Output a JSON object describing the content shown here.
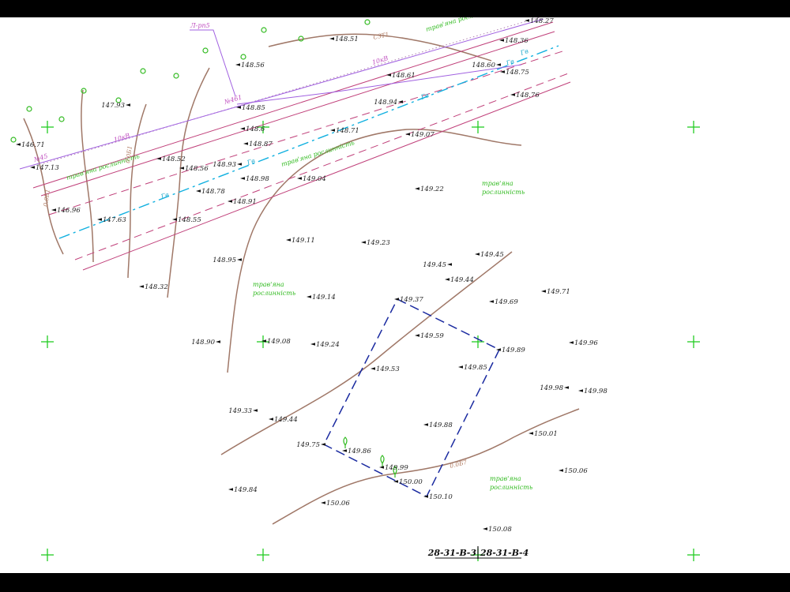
{
  "colors": {
    "background": "#ffffff",
    "frame": "#000000",
    "contour": "#a07868",
    "utility_magenta": "#c0407a",
    "utility_violet": "#a060e0",
    "utility_cyan": "#10b0e0",
    "boundary_dashed": "#1a2aa0",
    "grid_cross": "#22cc22",
    "tree_symbol": "#33bb22",
    "point_marker": "#111111"
  },
  "elevation_points": [
    {
      "label": "148.51"
    },
    {
      "label": "148.27"
    },
    {
      "label": "148.36"
    },
    {
      "label": "148.56"
    },
    {
      "label": "148.60"
    },
    {
      "label": "148.75"
    },
    {
      "label": "148.61"
    },
    {
      "label": "148.94"
    },
    {
      "label": "148.76"
    },
    {
      "label": "147.93"
    },
    {
      "label": "148.85"
    },
    {
      "label": "148.6"
    },
    {
      "label": "148.71"
    },
    {
      "label": "149.07"
    },
    {
      "label": "146.71"
    },
    {
      "label": "148.87"
    },
    {
      "label": "147.13"
    },
    {
      "label": "148.52"
    },
    {
      "label": "148.56"
    },
    {
      "label": "148.93"
    },
    {
      "label": "148.98"
    },
    {
      "label": "149.04"
    },
    {
      "label": "149.22"
    },
    {
      "label": "148.78"
    },
    {
      "label": "148.91"
    },
    {
      "label": "146.96"
    },
    {
      "label": "147.63"
    },
    {
      "label": "148.55"
    },
    {
      "label": "149.11"
    },
    {
      "label": "149.23"
    },
    {
      "label": "148.95"
    },
    {
      "label": "149.45"
    },
    {
      "label": "149.45"
    },
    {
      "label": "149.44"
    },
    {
      "label": "148.32"
    },
    {
      "label": "149.14"
    },
    {
      "label": "149.37"
    },
    {
      "label": "149.69"
    },
    {
      "label": "149.71"
    },
    {
      "label": "148.90"
    },
    {
      "label": "149.08"
    },
    {
      "label": "149.24"
    },
    {
      "label": "149.59"
    },
    {
      "label": "149.89"
    },
    {
      "label": "149.96"
    },
    {
      "label": "149.53"
    },
    {
      "label": "149.85"
    },
    {
      "label": "149.98"
    },
    {
      "label": "149.98"
    },
    {
      "label": "149.33"
    },
    {
      "label": "149.44"
    },
    {
      "label": "149.88"
    },
    {
      "label": "150.01"
    },
    {
      "label": "149.75"
    },
    {
      "label": "149.86"
    },
    {
      "label": "149.99"
    },
    {
      "label": "150.06"
    },
    {
      "label": "150.00"
    },
    {
      "label": "149.84"
    },
    {
      "label": "150.10"
    },
    {
      "label": "150.06"
    },
    {
      "label": "150.08"
    }
  ],
  "vegetation_labels": [
    {
      "text": "трав'яна рослинність"
    },
    {
      "text": "трав'яна рослинність"
    },
    {
      "text": "трав'яна рослинність"
    },
    {
      "text": "трав'яна"
    },
    {
      "text": "рослинність"
    },
    {
      "text": "трав'яна"
    },
    {
      "text": "рослинність"
    },
    {
      "text": "трав'яна"
    },
    {
      "text": "рослинність"
    }
  ],
  "utility_labels": [
    {
      "text": "Л-рп5"
    },
    {
      "text": "10кВ"
    },
    {
      "text": "№461"
    },
    {
      "text": "10кВ"
    },
    {
      "text": "№45"
    },
    {
      "text": "Гв"
    },
    {
      "text": "Гв"
    },
    {
      "text": "Гв"
    },
    {
      "text": "Гв"
    },
    {
      "text": "Гв"
    }
  ],
  "contour_labels": [
    {
      "text": "СЗТ1"
    },
    {
      "text": "0.0Б1"
    },
    {
      "text": "0.0Б1"
    },
    {
      "text": "0.0Б7"
    }
  ],
  "sheet_labels": {
    "left": "28-31-В-3",
    "right": "28-31-В-4"
  }
}
